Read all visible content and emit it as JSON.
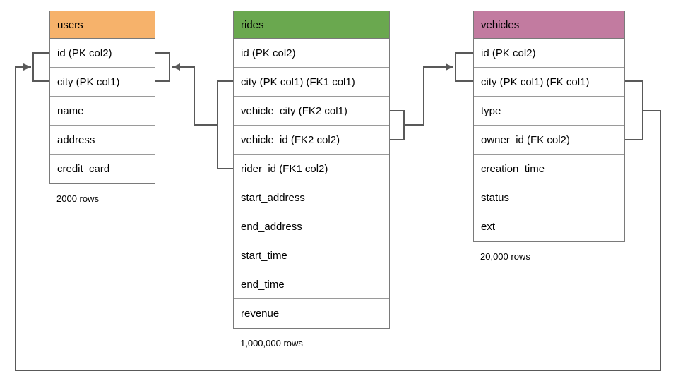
{
  "tables": {
    "users": {
      "title": "users",
      "rows": [
        "id (PK col2)",
        "city (PK col1)",
        "name",
        "address",
        "credit_card"
      ],
      "caption": "2000 rows"
    },
    "rides": {
      "title": "rides",
      "rows": [
        "id (PK col2)",
        "city (PK col1) (FK1 col1)",
        "vehicle_city (FK2 col1)",
        "vehicle_id (FK2 col2)",
        "rider_id (FK1 col2)",
        "start_address",
        "end_address",
        "start_time",
        "end_time",
        "revenue"
      ],
      "caption": "1,000,000 rows"
    },
    "vehicles": {
      "title": "vehicles",
      "rows": [
        "id (PK col2)",
        "city (PK col1) (FK col1)",
        "type",
        "owner_id (FK col2)",
        "creation_time",
        "status",
        "ext"
      ],
      "caption": "20,000 rows"
    }
  },
  "colors": {
    "users_header": "#f6b26b",
    "rides_header": "#6aa84f",
    "vehicles_header": "#c27ba0",
    "connector": "#595959",
    "table_border": "#7a7a7a"
  }
}
